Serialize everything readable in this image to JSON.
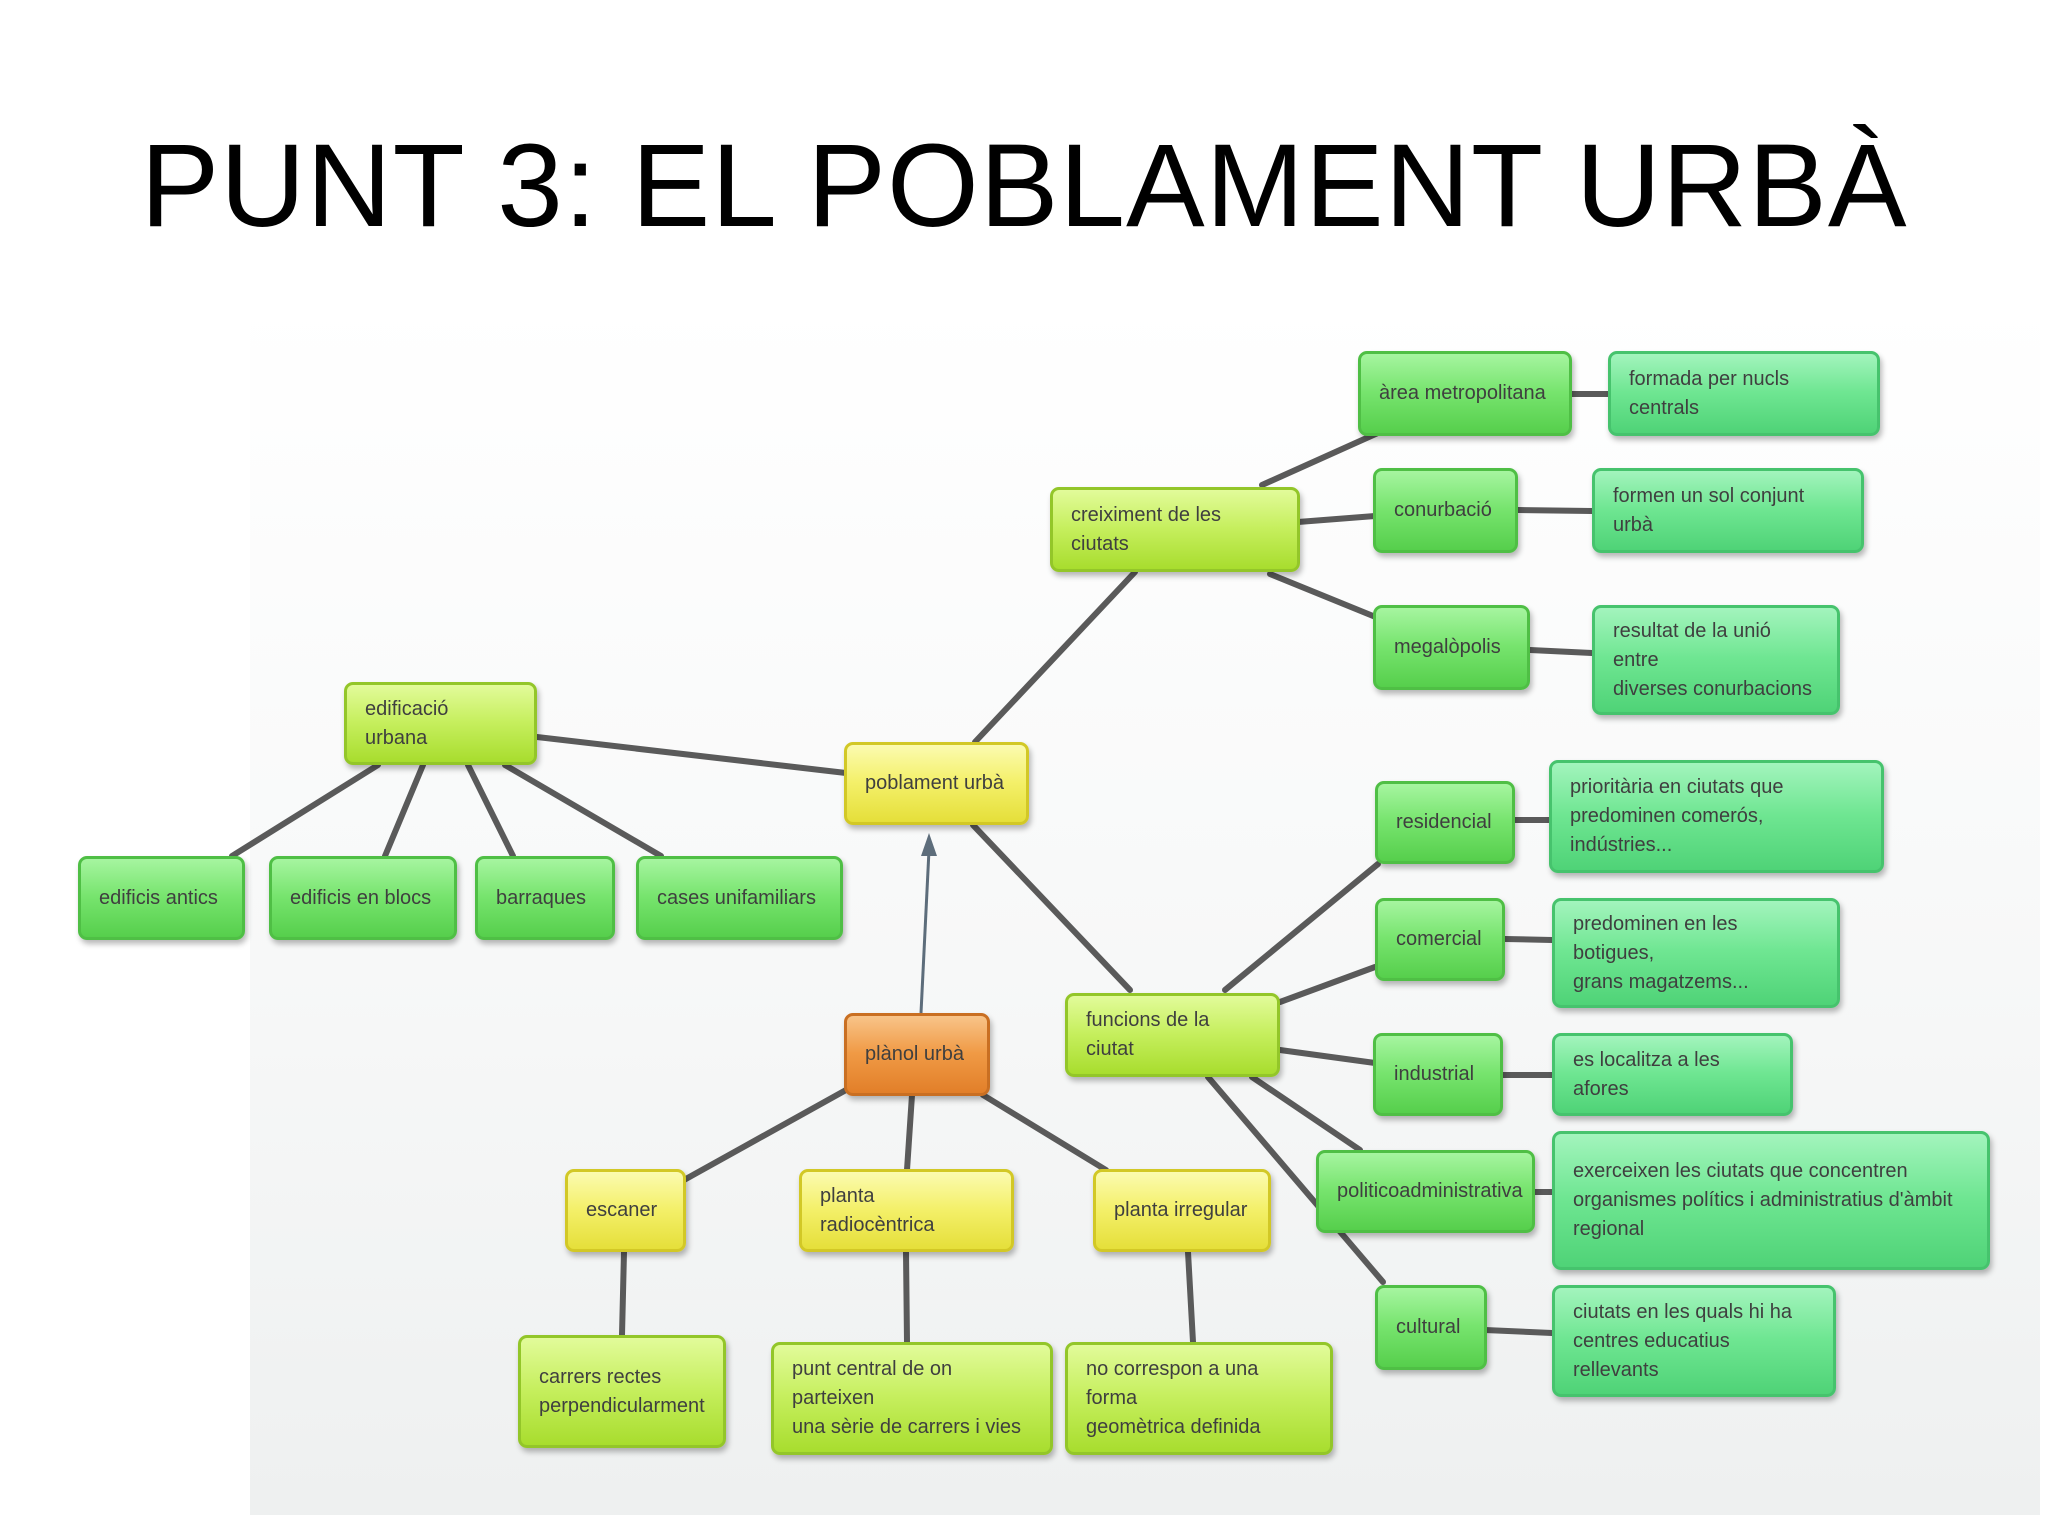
{
  "title": "PUNT 3: EL POBLAMENT URBÀ",
  "nodes": {
    "poblament": "poblament urbà",
    "creixement": "creiximent de les ciutats",
    "area_metro": "àrea metropolitana",
    "area_metro_desc": "formada per nucls centrals",
    "conurbacio": "conurbació",
    "conurbacio_desc": "formen un sol conjunt urbà",
    "megalopolis": "megalòpolis",
    "megalopolis_desc": "resultat de la unió entre\n diverses conurbacions",
    "edificacio": "edificació urbana",
    "edificis_antics": "edificis antics",
    "edificis_blocs": "edificis en blocs",
    "barraques": "barraques",
    "cases_unifamiliars": "cases unifamiliars",
    "planol": "plànol urbà",
    "escaner": "escaner",
    "planta_radio": "planta radiocèntrica",
    "planta_irregular": "planta irregular",
    "escaner_desc": "carrers rectes\nperpendicularment",
    "radio_desc": "punt central de on parteixen\nuna sèrie de carrers i vies",
    "irregular_desc": "no correspon a una forma\ngeomètrica definida",
    "funcions": "funcions de la ciutat",
    "residencial": "residencial",
    "residencial_desc": "prioritària en ciutats que\npredominen comerós, indústries...",
    "comercial": "comercial",
    "comercial_desc": "predominen en les botigues,\ngrans magatzems...",
    "industrial": "industrial",
    "industrial_desc": "es localitza a les afores",
    "politico": "politicoadministrativa",
    "politico_desc": "exerceixen les ciutats que concentren\norganismes polítics i administratius d'àmbit\nregional",
    "cultural": "cultural",
    "cultural_desc": "ciutats en les quals hi ha\n centres educatius rellevants"
  },
  "colors": {
    "lime": "#c6ef5e",
    "green": "#77e46e",
    "sea": "#6fe692",
    "yellow": "#f4f06a",
    "orange": "#f09a45",
    "link": "#5a5a5a",
    "arrow": "#5d6d7b"
  }
}
